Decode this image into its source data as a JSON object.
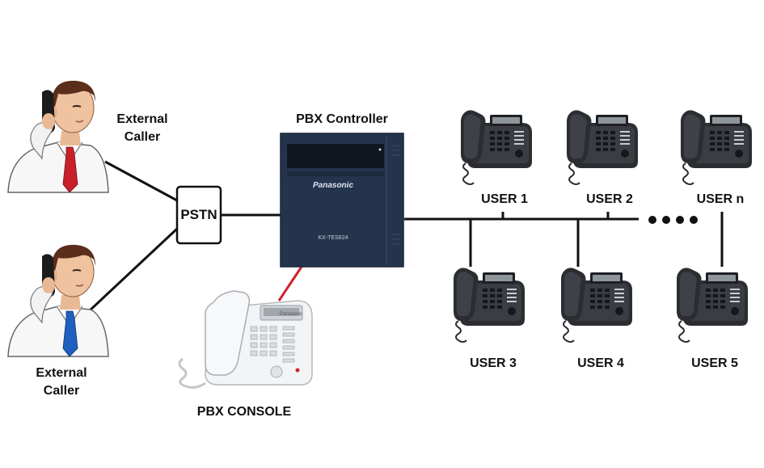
{
  "external_caller_top": {
    "line1": "External",
    "line2": "Caller"
  },
  "external_caller_bottom": {
    "line1": "External",
    "line2": "Caller"
  },
  "pstn": {
    "label": "PSTN"
  },
  "pbx_controller": {
    "title": "PBX Controller",
    "brand": "Panasonic",
    "model": "KX-TES824"
  },
  "pbx_console": {
    "label": "PBX CONSOLE",
    "brand": "Panasonic"
  },
  "users": [
    {
      "label": "USER 1"
    },
    {
      "label": "USER 2"
    },
    {
      "label": "USER n"
    },
    {
      "label": "USER 3"
    },
    {
      "label": "USER 4"
    },
    {
      "label": "USER 5"
    }
  ],
  "colors": {
    "line": "#111111",
    "console_link": "#d0232a",
    "pbx_body": "#24344d",
    "tie_red": "#c8202a",
    "tie_blue": "#1f5fbf",
    "phone": "#2b2d31"
  }
}
